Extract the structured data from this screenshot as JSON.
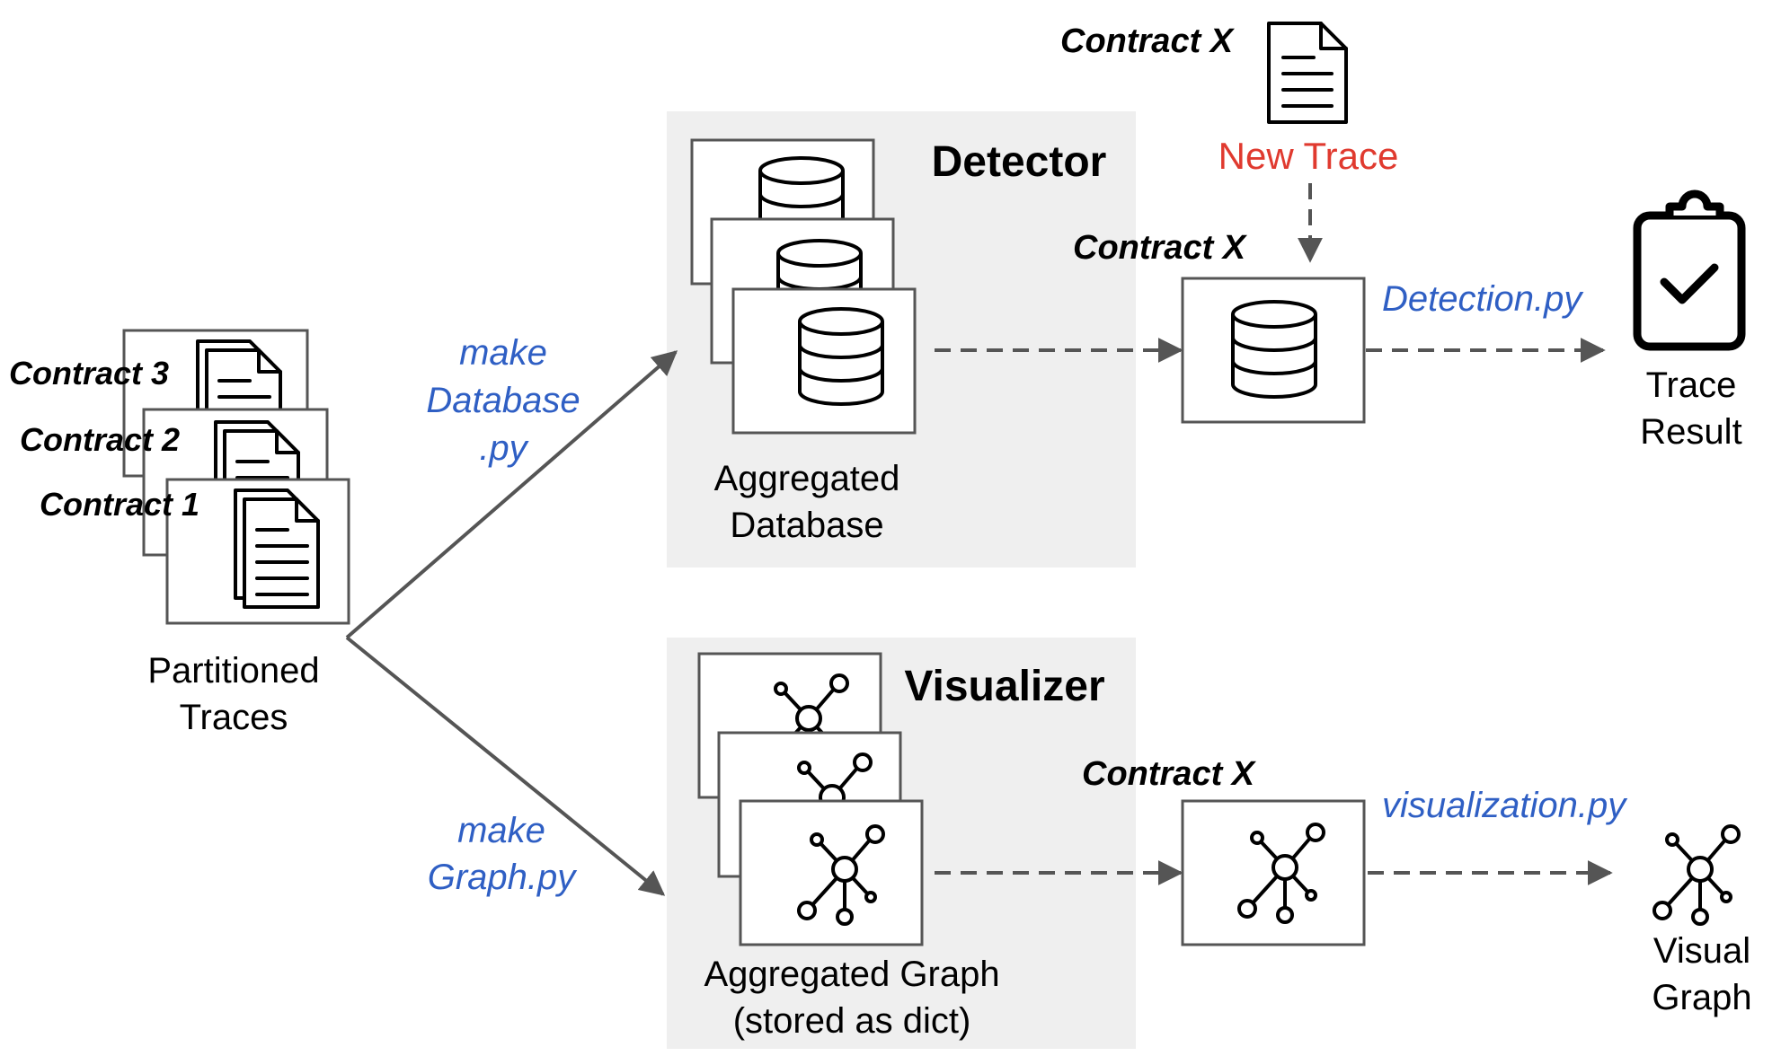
{
  "partitioned": {
    "labels": [
      "Contract 3",
      "Contract 2",
      "Contract 1"
    ],
    "caption": [
      "Partitioned",
      "Traces"
    ]
  },
  "detector": {
    "title": "Detector",
    "caption": [
      "Aggregated",
      "Database"
    ],
    "contract_label": "Contract X",
    "script_label": "Detection.py"
  },
  "visualizer": {
    "title": "Visualizer",
    "caption": [
      "Aggregated Graph",
      "(stored as dict)"
    ],
    "contract_label": "Contract X",
    "script_label": "visualization.py"
  },
  "make_database": [
    "make",
    "Database",
    ".py"
  ],
  "make_graph": [
    "make",
    "Graph.py"
  ],
  "new_trace": {
    "contract_label": "Contract X",
    "label": "New Trace"
  },
  "outputs": {
    "trace_result": [
      "Trace",
      "Result"
    ],
    "visual_graph": [
      "Visual",
      "Graph"
    ]
  },
  "colors": {
    "blue_text": "#2f5fc4",
    "red_text": "#e03a2f",
    "panel_bg": "#efefef",
    "line": "#555555"
  },
  "icons": [
    "document-icon",
    "database-icon",
    "graph-icon",
    "clipboard-check-icon"
  ]
}
